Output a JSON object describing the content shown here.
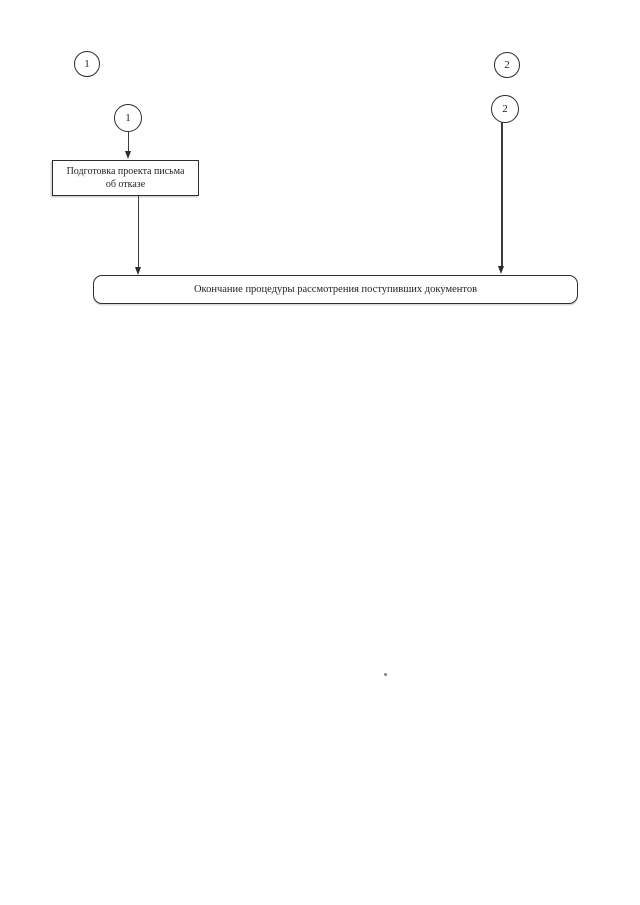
{
  "page": {
    "background": "#ffffff",
    "ink_color": "#2a2a2a",
    "kind": "scanned flowchart fragment"
  },
  "flowchart": {
    "offpage_connectors": [
      {
        "id": "connector-1-top",
        "position": "top-left",
        "label": "1"
      },
      {
        "id": "connector-1-flow",
        "position": "above-process",
        "label": "1"
      },
      {
        "id": "connector-2-top",
        "position": "top-right",
        "label": "2"
      },
      {
        "id": "connector-2-flow",
        "position": "above-terminator",
        "label": "2"
      }
    ],
    "nodes": [
      {
        "id": "process",
        "type": "process",
        "lines": [
          "Подготовка проекта письма",
          "об отказе"
        ],
        "label": "Подготовка проекта письма об отказе"
      },
      {
        "id": "terminator",
        "type": "terminator",
        "label": "Окончание процедуры рассмотрения поступивших документов"
      }
    ],
    "edges": [
      {
        "from": "connector-1-flow",
        "to": "process",
        "style": "arrow"
      },
      {
        "from": "process",
        "to": "terminator",
        "style": "arrow"
      },
      {
        "from": "connector-2-flow",
        "to": "terminator",
        "style": "arrow"
      }
    ]
  }
}
